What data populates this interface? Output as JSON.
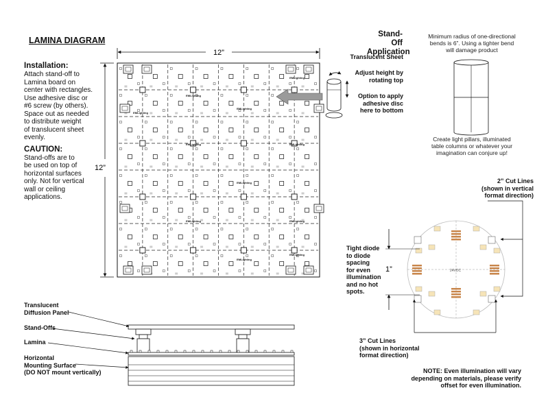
{
  "title": "LAMINA DIAGRAM",
  "installation": {
    "heading": "Installation:",
    "lines": [
      "Attach stand-off to",
      "Lamina board on",
      "center with rectangles.",
      "Use adhesive disc or",
      "#6 screw (by others).",
      "Space out as needed",
      "to distribute weight",
      "of translucent sheet",
      "evenly."
    ]
  },
  "caution": {
    "heading": "CAUTION:",
    "lines": [
      "Stand-offs are to",
      "be used on top of",
      "horizontal surfaces",
      "only. Not for vertical",
      "wall or ceiling",
      "applications."
    ]
  },
  "dimensions": {
    "width": "12”",
    "height": "12”",
    "one_inch": "1”"
  },
  "board": {
    "brand": "EMLighting",
    "chip_label": "24VDC",
    "rows": 8,
    "cols": 8
  },
  "standoff": {
    "heading": [
      "Stand-Off",
      "Application"
    ],
    "translucent_sheet": "Translucent Sheet",
    "adjust": [
      "Adjust height by",
      "rotating top"
    ],
    "option": [
      "Option to apply",
      "adhesive disc",
      "here to bottom"
    ]
  },
  "pillar": {
    "note_top": [
      "Minimum radius of one-directional",
      "bends is 6”. Using a tighter bend",
      "will damage product"
    ],
    "note_bottom": [
      "Create light pillars, illuminated",
      "table columns or whatever your",
      "imagination can conjure up!"
    ]
  },
  "cut_lines": {
    "vertical": [
      "2” Cut Lines",
      "(shown in vertical",
      "format direction)"
    ],
    "horizontal": [
      "3” Cut Lines",
      "(shown in horizontal",
      "format direction)"
    ]
  },
  "tight_diode": [
    "Tight diode",
    "to diode",
    "spacing",
    "for even",
    "illumination",
    "and no hot",
    "spots."
  ],
  "side_view": {
    "translucent": [
      "Translucent",
      "Diffusion Panel"
    ],
    "standoffs": "Stand-Offs",
    "lamina": "Lamina",
    "surface": [
      "Horizontal",
      "Mounting Surface",
      "(DO NOT mount vertically)"
    ]
  },
  "note": [
    "NOTE: Even illumination will vary",
    "depending on materials, please verify",
    "offset for even illumination."
  ]
}
